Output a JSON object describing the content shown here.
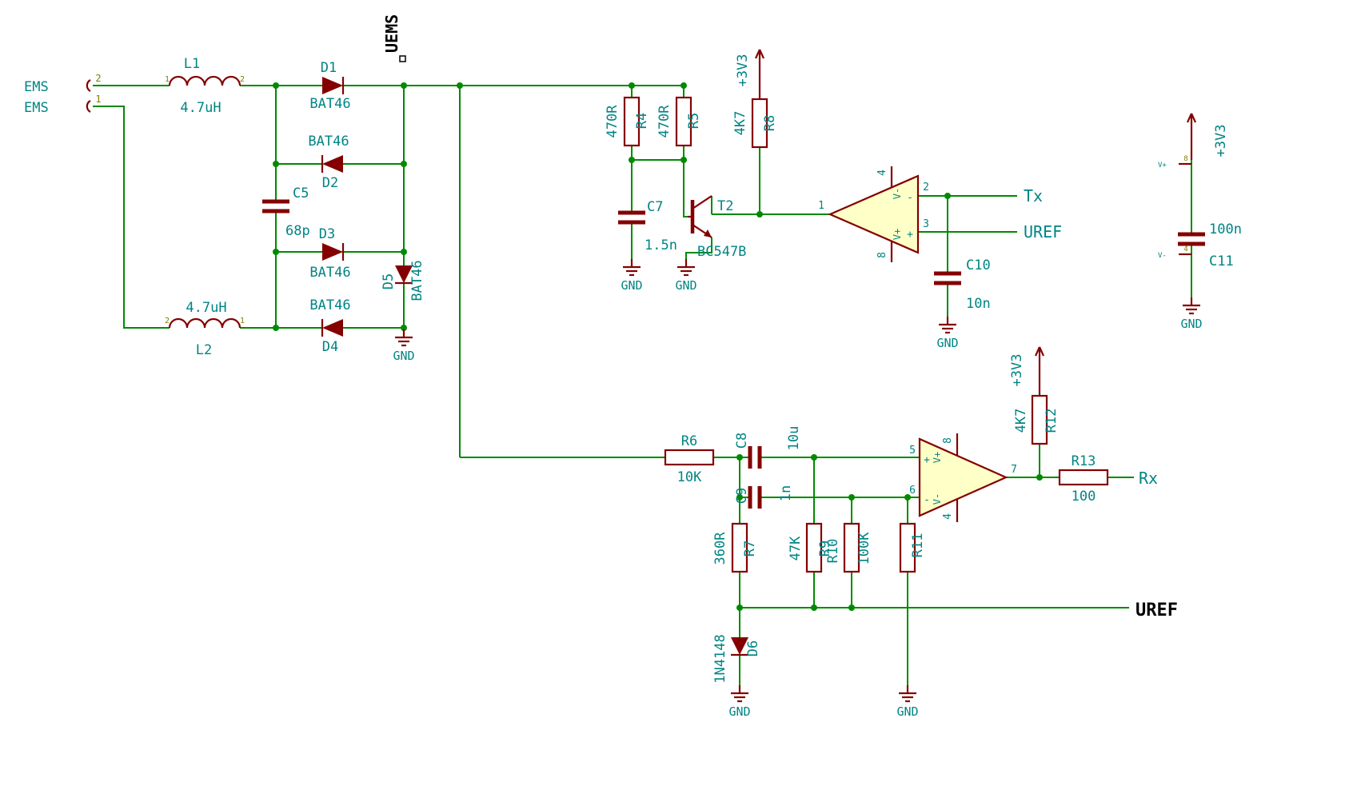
{
  "schematic": {
    "nets": {
      "uems": "UEMS",
      "tx": "Tx",
      "uref": "UREF",
      "rx": "Rx"
    },
    "power": {
      "v33": "+3V3",
      "gnd": "GND",
      "vplus": "V+",
      "vminus": "V-",
      "pin8": "8",
      "pin4": "4"
    },
    "connector": {
      "label_top": "EMS",
      "label_bottom": "EMS",
      "pin_top": "2",
      "pin_bottom": "1"
    },
    "components": {
      "l1": {
        "ref": "L1",
        "value": "4.7uH",
        "pin_left": "1",
        "pin_right": "2"
      },
      "l2": {
        "ref": "L2",
        "value": "4.7uH",
        "pin_left": "2",
        "pin_right": "1"
      },
      "d1": {
        "ref": "D1",
        "value": "BAT46"
      },
      "d2": {
        "ref": "D2",
        "value": "BAT46"
      },
      "d3": {
        "ref": "D3",
        "value": "BAT46"
      },
      "d4": {
        "ref": "D4",
        "value": "BAT46"
      },
      "d5": {
        "ref": "D5",
        "value": "BAT46"
      },
      "d6": {
        "ref": "D6",
        "value": "1N4148"
      },
      "c5": {
        "ref": "C5",
        "value": "68p"
      },
      "c7": {
        "ref": "C7",
        "value": "1.5n"
      },
      "c8": {
        "ref": "C8",
        "value": "10u"
      },
      "c9": {
        "ref": "C9",
        "value": "1n"
      },
      "c10": {
        "ref": "C10",
        "value": "10n"
      },
      "c11": {
        "ref": "C11",
        "value": "100n"
      },
      "r4": {
        "ref": "R4",
        "value": "470R"
      },
      "r5": {
        "ref": "R5",
        "value": "470R"
      },
      "r6": {
        "ref": "R6",
        "value": "10K"
      },
      "r7": {
        "ref": "R7",
        "value": "360R"
      },
      "r8": {
        "ref": "R8",
        "value": "4K7"
      },
      "r9": {
        "ref": "R9",
        "value": "47K"
      },
      "r10": {
        "ref": "R10",
        "value": "100K"
      },
      "r11": {
        "ref": "R11"
      },
      "r12": {
        "ref": "R12",
        "value": "4K7"
      },
      "r13": {
        "ref": "R13",
        "value": "100"
      },
      "t2": {
        "ref": "T2",
        "value": "BC547B"
      }
    },
    "opamp1": {
      "pin1": "1",
      "pin2": "2",
      "pin3": "3",
      "pin4": "4",
      "pin8": "8",
      "vplus": "V+",
      "vminus": "V-",
      "plus": "+",
      "minus": "-"
    },
    "opamp2": {
      "pin5": "5",
      "pin6": "6",
      "pin7": "7",
      "pin4": "4",
      "pin8": "8",
      "vplus": "V+",
      "vminus": "V-",
      "plus": "+",
      "minus": "-"
    }
  }
}
